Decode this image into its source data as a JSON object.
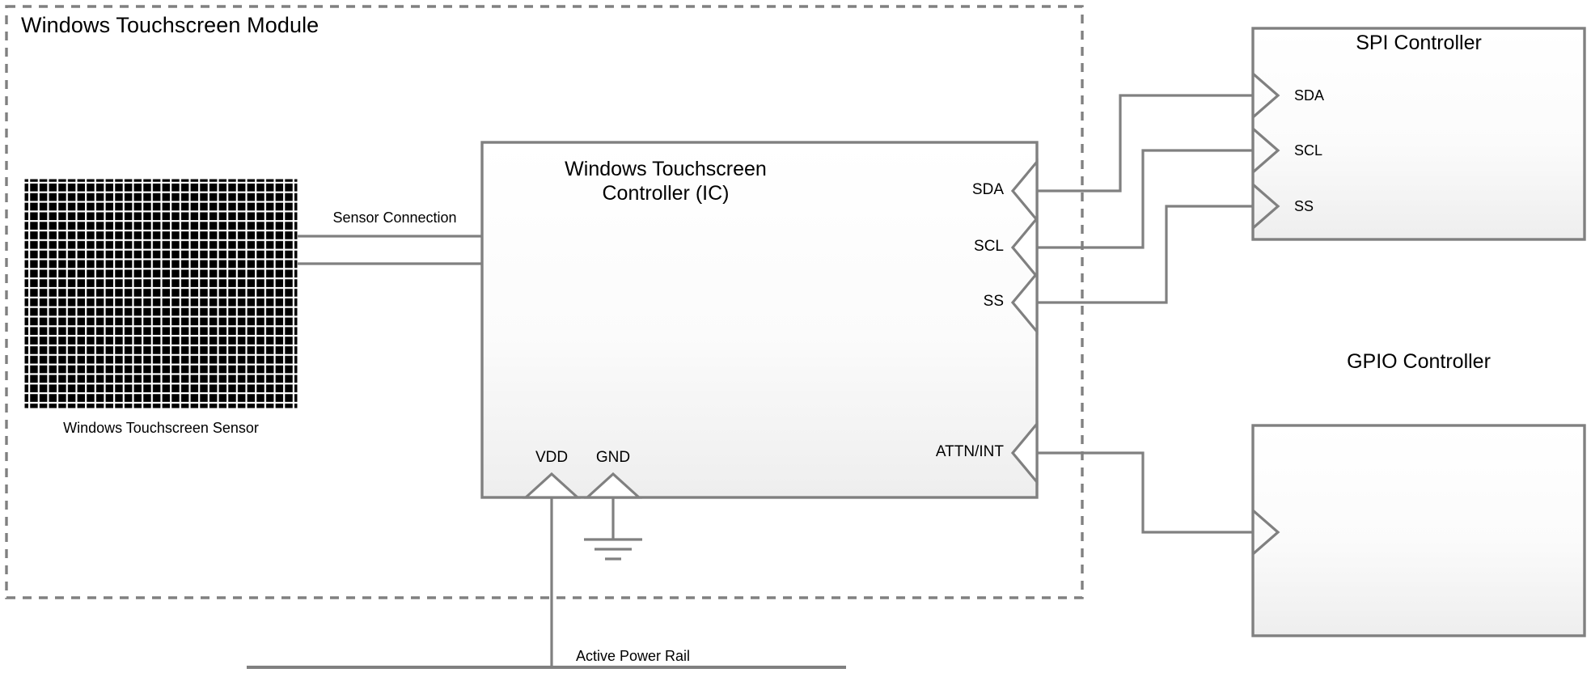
{
  "diagram": {
    "type": "block-diagram",
    "title": "Windows Touchscreen Module",
    "background": "#ffffff",
    "line_color": "#808080",
    "text_color": "#000000"
  },
  "module": {
    "label": "Windows Touchscreen Module",
    "border_style": "dashed",
    "border_color": "#808080"
  },
  "sensor": {
    "name": "Windows Touchscreen Sensor",
    "caption": "Windows Touchscreen Sensor",
    "pattern": "grid",
    "fill": "#000000",
    "grid_line": "#ffffff",
    "columns": 29,
    "rows": 24
  },
  "connection": {
    "sensor_to_ic_label": "Sensor Connection"
  },
  "ic": {
    "title_line1": "Windows Touchscreen",
    "title_line2": "Controller (IC)",
    "fill_top": "#ffffff",
    "fill_bottom": "#efefef",
    "border_color": "#808080",
    "right_ports": [
      {
        "label": "SDA",
        "direction": "in"
      },
      {
        "label": "SCL",
        "direction": "in"
      },
      {
        "label": "SS",
        "direction": "in"
      },
      {
        "label": "ATTN/INT",
        "direction": "in"
      }
    ],
    "bottom_ports": [
      {
        "label": "VDD",
        "direction": "in"
      },
      {
        "label": "GND",
        "direction": "in"
      }
    ]
  },
  "spi_controller": {
    "title": "SPI Controller",
    "ports": [
      {
        "label": "SDA",
        "direction": "in"
      },
      {
        "label": "SCL",
        "direction": "in"
      },
      {
        "label": "SS",
        "direction": "in"
      }
    ]
  },
  "gpio_controller": {
    "title": "GPIO Controller",
    "ports": [
      {
        "label": "",
        "direction": "in"
      }
    ]
  },
  "power": {
    "rail_label": "Active Power Rail",
    "ground_symbol": "earth-ground"
  }
}
